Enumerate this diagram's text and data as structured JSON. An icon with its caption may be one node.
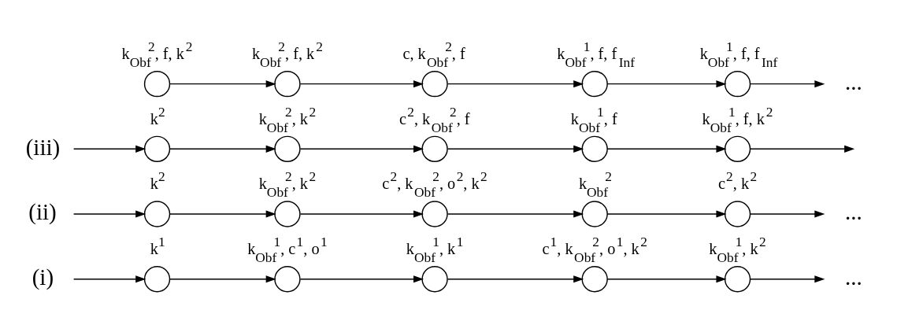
{
  "diagram": {
    "nodes": [
      {
        "text": [
          "(i)"
        ]
      },
      {
        "text": [],
        "shape": "circle",
        "beside": [
          "k$^{1}$"
        ]
      },
      {
        "text": [],
        "shape": "circle",
        "beside": [
          "k$_{Obf}$$^{1}$, c$^{1}$, o$^{1}$"
        ]
      },
      {
        "text": [],
        "shape": "circle",
        "beside": [
          "k$_{Obf}$$^{1}$, k$^{1}$"
        ]
      },
      {
        "text": [],
        "shape": "circle",
        "beside": [
          "c$^{1}$, k$_{Obf}$$^{2}$, o$^{1}$, k$^{2}$"
        ]
      },
      {
        "text": [],
        "shape": "circle",
        "beside": [
          "k$_{Obf}$$^{1}$, k$^{2}$"
        ]
      },
      {
        "text": [
          "..."
        ]
      },
      {
        "text": [
          "(ii)"
        ]
      },
      {
        "text": [],
        "shape": "circle",
        "beside": [
          "k$^{2}$"
        ]
      },
      {
        "text": [],
        "shape": "circle",
        "beside": [
          "k$_{Obf}$$^{2}$, k$^{2}$"
        ]
      },
      {
        "text": [],
        "shape": "circle",
        "beside": [
          "c$^{2}$, k$_{Obf}$$^{2}$, o$^{2}$, k$^{2}$"
        ]
      },
      {
        "text": [],
        "shape": "circle",
        "beside": [
          "k$_{Obf}$$^{2}$"
        ]
      },
      {
        "text": [],
        "shape": "circle",
        "beside": [
          "c$^{2}$, k$^{2}$"
        ]
      },
      {
        "text": [
          "..."
        ]
      },
      {
        "text": [
          "(iii)"
        ]
      },
      {
        "text": [],
        "shape": "circle",
        "beside": [
          "k$^{2}$"
        ]
      },
      {
        "text": [],
        "shape": "circle",
        "beside": [
          "k$_{Obf}$$^{2}$, k$^{2}$"
        ]
      },
      {
        "text": [],
        "shape": "circle",
        "beside": [
          "c$^{2}$, k$_{Obf}$$^{2}$, f"
        ]
      },
      {
        "text": [],
        "shape": "circle",
        "beside": [
          "k$_{Obf}$$^{1}$, f"
        ]
      },
      {
        "text": [],
        "shape": "circle",
        "beside": [
          "k$_{Obf}$$^{1}$, f, k$^{2}$"
        ]
      },
      {
        "text": [],
        "shape": "circle",
        "beside": [
          "k$_{Obf}$$^{2}$, f, k$^{2}$"
        ]
      },
      {
        "text": [],
        "shape": "circle",
        "beside": [
          "k$_{Obf}$$^{2}$, f, k$^{2}$"
        ]
      },
      {
        "text": [],
        "shape": "circle",
        "beside": [
          "c, k$_{Obf}$$^{2}$, f"
        ]
      },
      {
        "text": [],
        "shape": "circle",
        "beside": [
          "k$_{Obf}$$^{1}$, f, f$_{Inf}$"
        ]
      },
      {
        "text": [],
        "shape": "circle",
        "beside": [
          "k$_{Obf}$$^{1}$, f, f$_{Inf}$"
        ]
      },
      {
        "text": [
          "..."
        ]
      }
    ],
    "edges": [
      {
        "from": 0,
        "to": 1,
        "arrow": "to"
      },
      {
        "from": 1,
        "to": 2,
        "arrow": "to"
      },
      {
        "from": 2,
        "to": 3,
        "arrow": "to"
      },
      {
        "from": 3,
        "to": 4,
        "arrow": "to"
      },
      {
        "from": 4,
        "to": 5,
        "arrow": "to"
      },
      {
        "from": 5,
        "to": 6,
        "arrow": "to"
      },
      {
        "from": 7,
        "to": 8,
        "arrow": "to"
      },
      {
        "from": 8,
        "to": 9,
        "arrow": "to"
      },
      {
        "from": 9,
        "to": 10,
        "arrow": "to"
      },
      {
        "from": 10,
        "to": 11,
        "arrow": "to"
      },
      {
        "from": 11,
        "to": 12,
        "arrow": "to"
      },
      {
        "from": 12,
        "to": 13,
        "arrow": "to"
      },
      {
        "from": 14,
        "to": 15,
        "arrow": "to"
      },
      {
        "from": 15,
        "to": 16,
        "arrow": "to"
      },
      {
        "from": 16,
        "to": 17,
        "arrow": "to"
      },
      {
        "from": 17,
        "to": 18,
        "arrow": "to"
      },
      {
        "from": 18,
        "to": 19,
        "arrow": "to"
      },
      {
        "from": 19,
        "to": null,
        "arrow": "to"
      },
      {
        "from": 20,
        "to": 21,
        "arrow": "to"
      },
      {
        "from": 21,
        "to": 22,
        "arrow": "to"
      },
      {
        "from": 22,
        "to": 23,
        "arrow": "to"
      },
      {
        "from": 23,
        "to": 24,
        "arrow": "to"
      },
      {
        "from": 24,
        "to": 25,
        "arrow": "to"
      }
    ]
  }
}
